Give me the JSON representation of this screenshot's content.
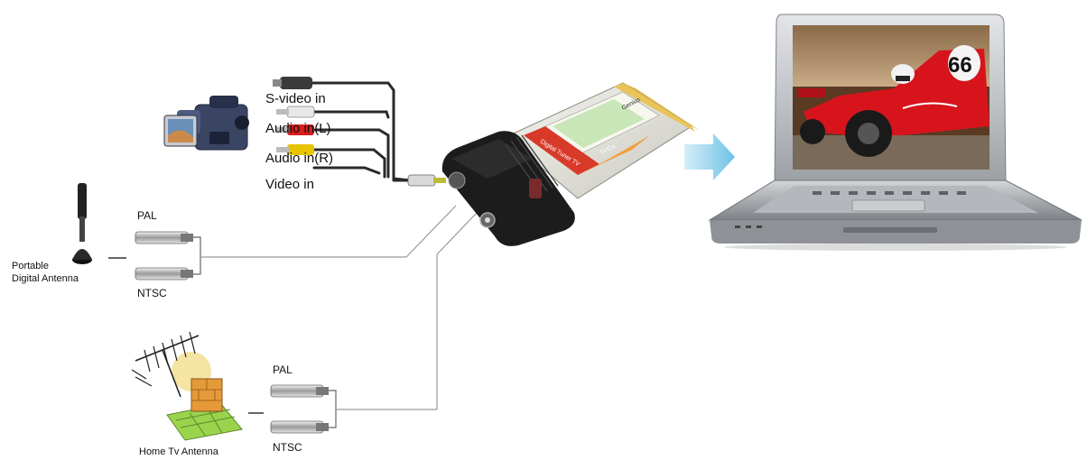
{
  "labels": {
    "svideo_in": "S-video in",
    "audio_in_l": "Audio in(L)",
    "audio_in_r": "Audio in(R)",
    "video_in": "Video in",
    "pal_top": "PAL",
    "ntsc_top": "NTSC",
    "pal_bottom": "PAL",
    "ntsc_bottom": "NTSC",
    "portable_antenna_line1": "Portable",
    "portable_antenna_line2": "Digital Antenna",
    "home_tv_antenna": "Home Tv Antenna"
  },
  "card": {
    "brand": "Genius",
    "product": "TVGo",
    "spine_text": "Digital Tuner TV"
  },
  "screen": {
    "car_number": "66"
  },
  "colors": {
    "cable": "#2a2a2a",
    "connector_line": "#9a9a9a",
    "rca_red": "#d81e1e",
    "rca_yellow": "#e8c400",
    "rca_white": "#e8e8e8",
    "arrow": "#8fd0ec",
    "laptop_body": "#c9ccd0",
    "car_red": "#d7141c"
  }
}
